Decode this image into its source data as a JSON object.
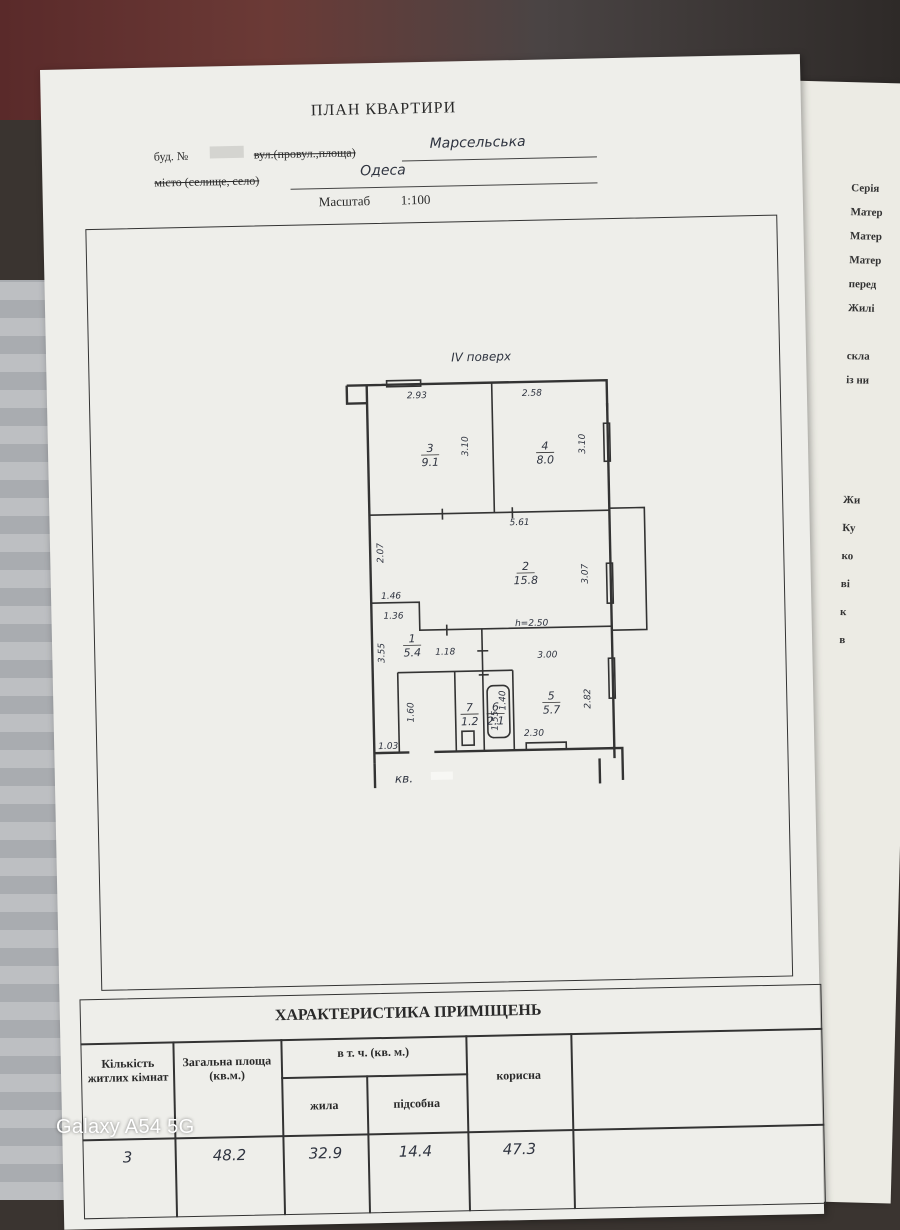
{
  "document": {
    "title": "ПЛАН КВАРТИРИ",
    "building_label": "буд. №",
    "street_label_printed": "вул.(провул.,площа)",
    "street_value": "Марсельська",
    "city_label_printed": "місто (селище, село)",
    "city_value": "Одеса",
    "scale_label": "Масштаб",
    "scale_value": "1:100"
  },
  "plan": {
    "floor_label": "IV поверх",
    "apartment_label": "кв.",
    "rooms": [
      {
        "number": "1",
        "area": "5.4"
      },
      {
        "number": "2",
        "area": "15.8"
      },
      {
        "number": "3",
        "area": "9.1"
      },
      {
        "number": "4",
        "area": "8.0"
      },
      {
        "number": "5",
        "area": "5.7"
      },
      {
        "number": "6",
        "area": "2.1"
      },
      {
        "number": "7",
        "area": "1.2"
      }
    ],
    "dimensions": [
      "2.93",
      "2.58",
      "3.10",
      "3.10",
      "5.61",
      "2.07",
      "3.07",
      "1.46",
      "1.36",
      "h=2.50",
      "3.55",
      "1.18",
      "3.00",
      "1.60",
      "1.55",
      "1.40",
      "2.82",
      "2.30",
      "1.03"
    ]
  },
  "table": {
    "title": "ХАРАКТЕРИСТИКА ПРИМІЩЕНЬ",
    "headers": {
      "rooms_count": "Кількість житлих кімнат",
      "total_area": "Загальна площа (кв.м.)",
      "incl": "в т. ч. (кв. м.)",
      "living": "жила",
      "auxiliary": "підсобна",
      "useful": "корисна"
    },
    "values": {
      "rooms_count": "3",
      "total_area": "48.2",
      "living": "32.9",
      "auxiliary": "14.4",
      "useful": "47.3"
    }
  },
  "right_page": [
    "Серія",
    "Матер",
    "Матер",
    "Матер",
    "перед",
    "Жилі",
    "скла",
    "із ни",
    "Жи",
    "Ку",
    "ко",
    "ві",
    "к",
    "в"
  ],
  "watermark": "Galaxy A54 5G"
}
